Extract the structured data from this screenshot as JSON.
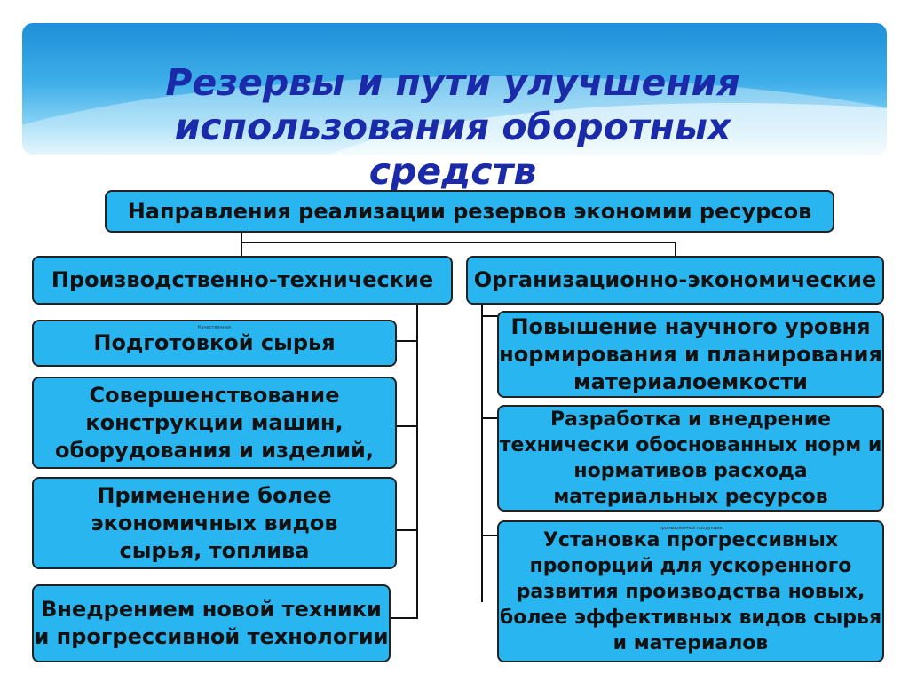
{
  "title": "Резервы и пути улучшения использования оборотных средств",
  "root": "Направления реализации резервов экономии ресурсов",
  "branches": {
    "left": "Производственно-технические",
    "right": "Организационно-экономические"
  },
  "left_items": [
    {
      "text": "Подготовкой сырья",
      "small": "Качественная"
    },
    {
      "text": "Совершенствование конструкции машин, оборудования и изделий,"
    },
    {
      "text": "Применение более экономичных видов сырья, топлива"
    },
    {
      "text": "Внедрением новой техники и прогрессивной технологии"
    }
  ],
  "right_items": [
    {
      "text": "Повышение научного уровня нормирования и планирования материалоемкости"
    },
    {
      "text": "Разработка и внедрение технически обоснованных норм и нормативов расхода материальных ресурсов"
    },
    {
      "text": "Установка прогрессивных пропорций для ускоренного развития производства новых, более эффективных видов сырья и материалов",
      "small": "промышленной продукции"
    }
  ],
  "colors": {
    "box": "#29b5f0",
    "title": "#1a2aa8",
    "banner_top": "#1f8fd9"
  }
}
